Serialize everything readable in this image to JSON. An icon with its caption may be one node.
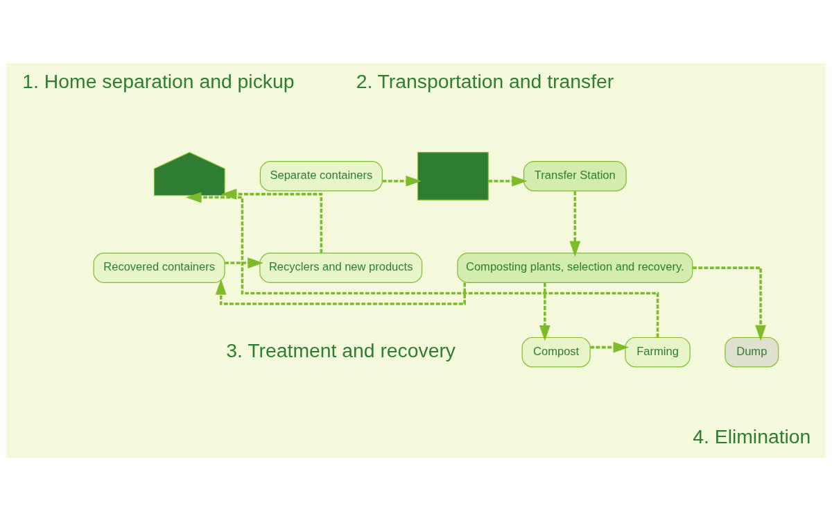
{
  "diagram": {
    "nodes": [
      {
        "text": [],
        "shape": "house"
      },
      {
        "text": [
          "Separate containers"
        ]
      },
      {
        "text": [],
        "shape": "box"
      },
      {
        "text": [
          "Transfer Station"
        ]
      },
      {
        "text": [
          "Composting plants, selection and recovery."
        ]
      },
      {
        "text": [
          "Recovered containers"
        ]
      },
      {
        "text": [
          "Recyclers and new products"
        ]
      },
      {
        "text": [
          "Compost"
        ]
      },
      {
        "text": [
          "Farming"
        ]
      },
      {
        "text": [
          "Dump"
        ]
      }
    ],
    "edges": [
      {
        "from": 1,
        "to": 2,
        "arrow": "to",
        "style": "dashed"
      },
      {
        "from": 2,
        "to": 3,
        "arrow": "to",
        "style": "dashed"
      },
      {
        "from": 3,
        "to": 4,
        "arrow": "to",
        "style": "dashed"
      },
      {
        "from": 4,
        "to": 5,
        "arrow": "to",
        "style": "dashed"
      },
      {
        "from": 5,
        "to": 6,
        "arrow": "to",
        "style": "dashed"
      },
      {
        "from": 6,
        "to": 0,
        "arrow": "to",
        "style": "dashed"
      },
      {
        "from": 4,
        "to": 7,
        "arrow": "to",
        "style": "dashed"
      },
      {
        "from": 7,
        "to": 8,
        "arrow": "to",
        "style": "dashed"
      },
      {
        "from": 8,
        "to": 0,
        "arrow": "to",
        "style": "dashed"
      },
      {
        "from": 4,
        "to": 9,
        "arrow": "to",
        "style": "dashed"
      }
    ],
    "labels": [
      "1. Home separation and pickup",
      "2. Transportation and transfer",
      "3. Treatment and recovery",
      "4. Elimination"
    ]
  }
}
